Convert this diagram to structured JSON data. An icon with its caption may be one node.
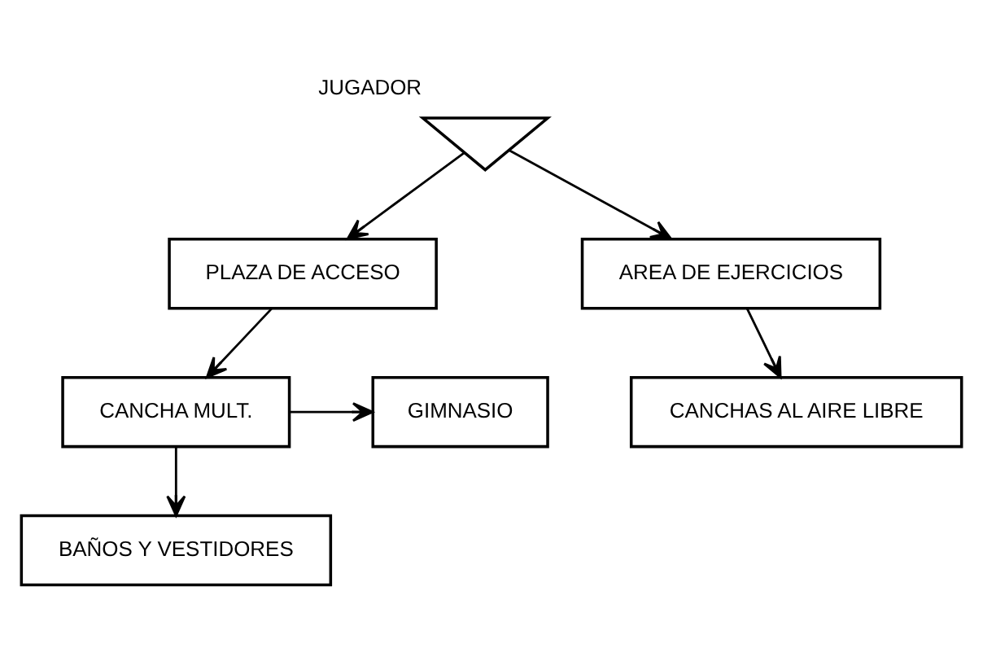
{
  "diagram": {
    "nodes": [
      {
        "text": [],
        "shape": "arrow",
        "beside": [
          "JUGADOR"
        ]
      },
      {
        "text": [
          "PLAZA DE ACCESO"
        ]
      },
      {
        "text": [
          "AREA DE EJERCICIOS"
        ]
      },
      {
        "text": [
          "GIMNASIO"
        ]
      },
      {
        "text": [
          "CANCHA MULT."
        ]
      },
      {
        "text": [
          "CANCHAS AL AIRE LIBRE"
        ]
      },
      {
        "text": [
          "BAÑOS Y VESTIDORES"
        ]
      }
    ],
    "edges": [
      {
        "from": 0,
        "to": 1,
        "arrow": "to"
      },
      {
        "from": 0,
        "to": 2,
        "arrow": "to"
      },
      {
        "from": 1,
        "to": 4,
        "arrow": "to"
      },
      {
        "from": 2,
        "to": 5,
        "arrow": "to"
      },
      {
        "from": 4,
        "to": 3,
        "arrow": "to"
      },
      {
        "from": 4,
        "to": 6,
        "arrow": "to"
      }
    ]
  }
}
